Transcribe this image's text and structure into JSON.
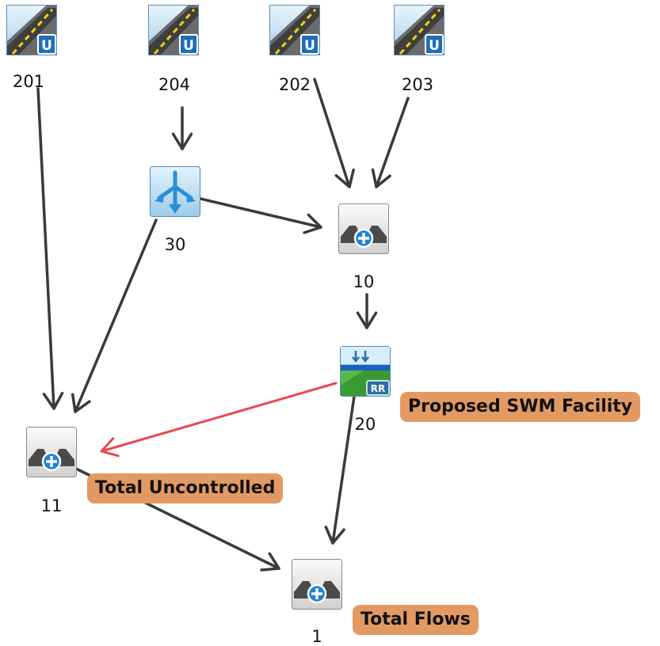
{
  "nodes": {
    "n201": {
      "label": "201",
      "type": "urban-road-subcatchment"
    },
    "n204": {
      "label": "204",
      "type": "urban-road-subcatchment"
    },
    "n202": {
      "label": "202",
      "type": "urban-road-subcatchment"
    },
    "n203": {
      "label": "203",
      "type": "urban-road-subcatchment"
    },
    "n30": {
      "label": "30",
      "type": "diversion"
    },
    "n10": {
      "label": "10",
      "type": "junction"
    },
    "n20": {
      "label": "20",
      "type": "reservoir-route",
      "badge": "RR"
    },
    "n11": {
      "label": "11",
      "type": "junction"
    },
    "n1": {
      "label": "1",
      "type": "junction"
    }
  },
  "badges": {
    "urban": "U"
  },
  "callouts": {
    "swm": "Proposed SWM Facility",
    "uncontrolled": "Total Uncontrolled",
    "total": "Total Flows"
  },
  "edges": [
    {
      "from": "204",
      "to": "30"
    },
    {
      "from": "202",
      "to": "10"
    },
    {
      "from": "203",
      "to": "10"
    },
    {
      "from": "30",
      "to": "10"
    },
    {
      "from": "201",
      "to": "11"
    },
    {
      "from": "30",
      "to": "11"
    },
    {
      "from": "10",
      "to": "20"
    },
    {
      "from": "20",
      "to": "11",
      "highlight": true
    },
    {
      "from": "20",
      "to": "1"
    },
    {
      "from": "11",
      "to": "1"
    }
  ],
  "colors": {
    "edge": "#3a3a3a",
    "highlight_edge": "#e8494f",
    "callout": "#e39a62"
  }
}
